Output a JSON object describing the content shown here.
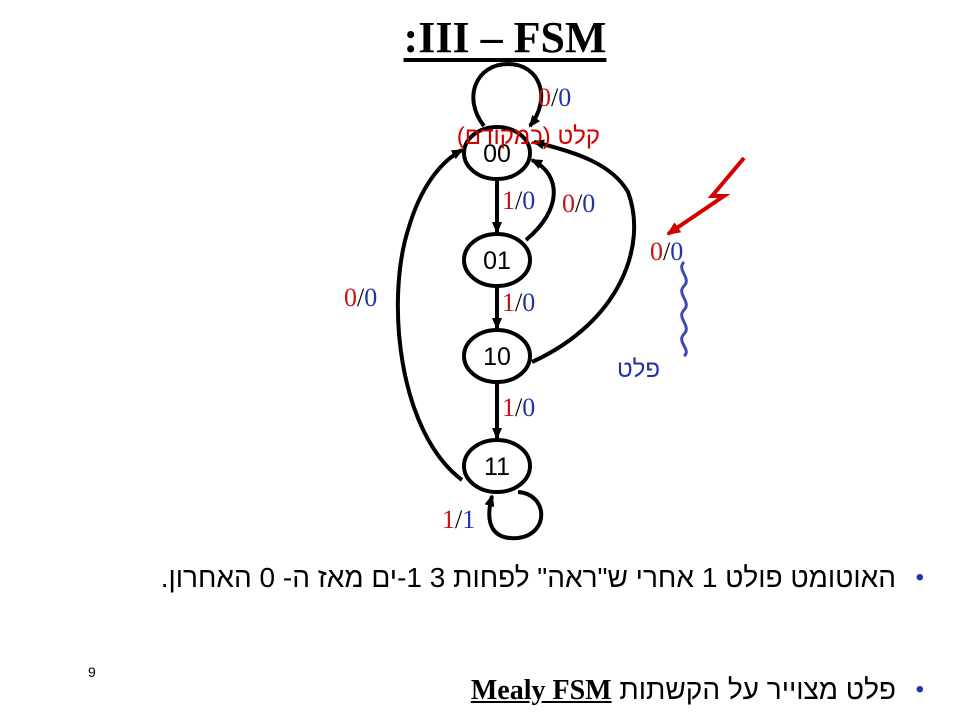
{
  "title": ":III – FSM",
  "states": {
    "s00": "00",
    "s01": "01",
    "s10": "10",
    "s11": "11"
  },
  "transitions": {
    "self_00": "0/0",
    "t00_01": "1/0",
    "t01_00": "0/0",
    "t01_10": "1/0",
    "t10_00": "0/0",
    "t10_11": "1/0",
    "t11_00": "0/0",
    "self_11": "1/1"
  },
  "annotations": {
    "input_label": "קלט (כמקודם)",
    "output_label": "פלט"
  },
  "colors": {
    "io_input": "#cc1111",
    "io_output": "#2233aa",
    "bullet": "#2233aa"
  },
  "bullets": {
    "b1": "האוטומט פולט 1 אחרי ש\"ראה\" לפחות 3 1-ים מאז ה- 0 האחרון.",
    "b2_prefix": "פלט מצוייר על הקשתות ",
    "b2_term": "Mealy FSM"
  },
  "page_number": "9"
}
